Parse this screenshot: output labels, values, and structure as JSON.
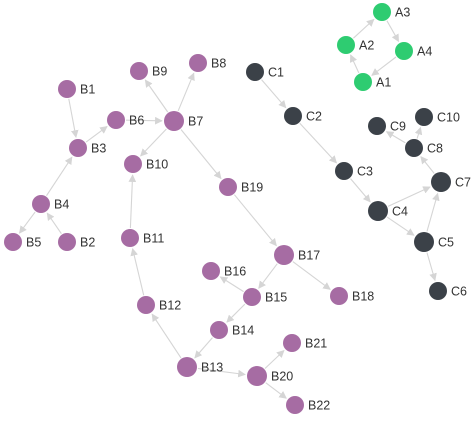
{
  "graph": {
    "colors": {
      "group_a": "#2ecc71",
      "group_b": "#a66ca3",
      "group_c": "#3b4148",
      "edge": "#d5d5d5",
      "label": "#333333"
    },
    "nodes": [
      {
        "id": "A1",
        "label": "A1",
        "group": "a"
      },
      {
        "id": "A2",
        "label": "A2",
        "group": "a"
      },
      {
        "id": "A3",
        "label": "A3",
        "group": "a"
      },
      {
        "id": "A4",
        "label": "A4",
        "group": "a"
      },
      {
        "id": "B1",
        "label": "B1",
        "group": "b"
      },
      {
        "id": "B2",
        "label": "B2",
        "group": "b"
      },
      {
        "id": "B3",
        "label": "B3",
        "group": "b"
      },
      {
        "id": "B4",
        "label": "B4",
        "group": "b"
      },
      {
        "id": "B5",
        "label": "B5",
        "group": "b"
      },
      {
        "id": "B6",
        "label": "B6",
        "group": "b"
      },
      {
        "id": "B7",
        "label": "B7",
        "group": "b"
      },
      {
        "id": "B8",
        "label": "B8",
        "group": "b"
      },
      {
        "id": "B9",
        "label": "B9",
        "group": "b"
      },
      {
        "id": "B10",
        "label": "B10",
        "group": "b"
      },
      {
        "id": "B11",
        "label": "B11",
        "group": "b"
      },
      {
        "id": "B12",
        "label": "B12",
        "group": "b"
      },
      {
        "id": "B13",
        "label": "B13",
        "group": "b"
      },
      {
        "id": "B14",
        "label": "B14",
        "group": "b"
      },
      {
        "id": "B15",
        "label": "B15",
        "group": "b"
      },
      {
        "id": "B16",
        "label": "B16",
        "group": "b"
      },
      {
        "id": "B17",
        "label": "B17",
        "group": "b"
      },
      {
        "id": "B18",
        "label": "B18",
        "group": "b"
      },
      {
        "id": "B19",
        "label": "B19",
        "group": "b"
      },
      {
        "id": "B20",
        "label": "B20",
        "group": "b"
      },
      {
        "id": "B21",
        "label": "B21",
        "group": "b"
      },
      {
        "id": "B22",
        "label": "B22",
        "group": "b"
      },
      {
        "id": "C1",
        "label": "C1",
        "group": "c"
      },
      {
        "id": "C2",
        "label": "C2",
        "group": "c"
      },
      {
        "id": "C3",
        "label": "C3",
        "group": "c"
      },
      {
        "id": "C4",
        "label": "C4",
        "group": "c"
      },
      {
        "id": "C5",
        "label": "C5",
        "group": "c"
      },
      {
        "id": "C6",
        "label": "C6",
        "group": "c"
      },
      {
        "id": "C7",
        "label": "C7",
        "group": "c"
      },
      {
        "id": "C8",
        "label": "C8",
        "group": "c"
      },
      {
        "id": "C9",
        "label": "C9",
        "group": "c"
      },
      {
        "id": "C10",
        "label": "C10",
        "group": "c"
      }
    ],
    "edges": [
      {
        "from": "A1",
        "to": "A2"
      },
      {
        "from": "A2",
        "to": "A3"
      },
      {
        "from": "A3",
        "to": "A4"
      },
      {
        "from": "A4",
        "to": "A1"
      },
      {
        "from": "B1",
        "to": "B3"
      },
      {
        "from": "B3",
        "to": "B6"
      },
      {
        "from": "B4",
        "to": "B3"
      },
      {
        "from": "B4",
        "to": "B5"
      },
      {
        "from": "B2",
        "to": "B4"
      },
      {
        "from": "B6",
        "to": "B7"
      },
      {
        "from": "B7",
        "to": "B9"
      },
      {
        "from": "B7",
        "to": "B8"
      },
      {
        "from": "B7",
        "to": "B10"
      },
      {
        "from": "B7",
        "to": "B19"
      },
      {
        "from": "B11",
        "to": "B10"
      },
      {
        "from": "B12",
        "to": "B11"
      },
      {
        "from": "B13",
        "to": "B12"
      },
      {
        "from": "B14",
        "to": "B13"
      },
      {
        "from": "B15",
        "to": "B14"
      },
      {
        "from": "B15",
        "to": "B16"
      },
      {
        "from": "B17",
        "to": "B15"
      },
      {
        "from": "B17",
        "to": "B18"
      },
      {
        "from": "B19",
        "to": "B17"
      },
      {
        "from": "B13",
        "to": "B20"
      },
      {
        "from": "B20",
        "to": "B21"
      },
      {
        "from": "B20",
        "to": "B22"
      },
      {
        "from": "C1",
        "to": "C2"
      },
      {
        "from": "C2",
        "to": "C3"
      },
      {
        "from": "C3",
        "to": "C4"
      },
      {
        "from": "C4",
        "to": "C7"
      },
      {
        "from": "C4",
        "to": "C5"
      },
      {
        "from": "C5",
        "to": "C7"
      },
      {
        "from": "C5",
        "to": "C6"
      },
      {
        "from": "C7",
        "to": "C8"
      },
      {
        "from": "C8",
        "to": "C9"
      },
      {
        "from": "C8",
        "to": "C10"
      }
    ]
  }
}
